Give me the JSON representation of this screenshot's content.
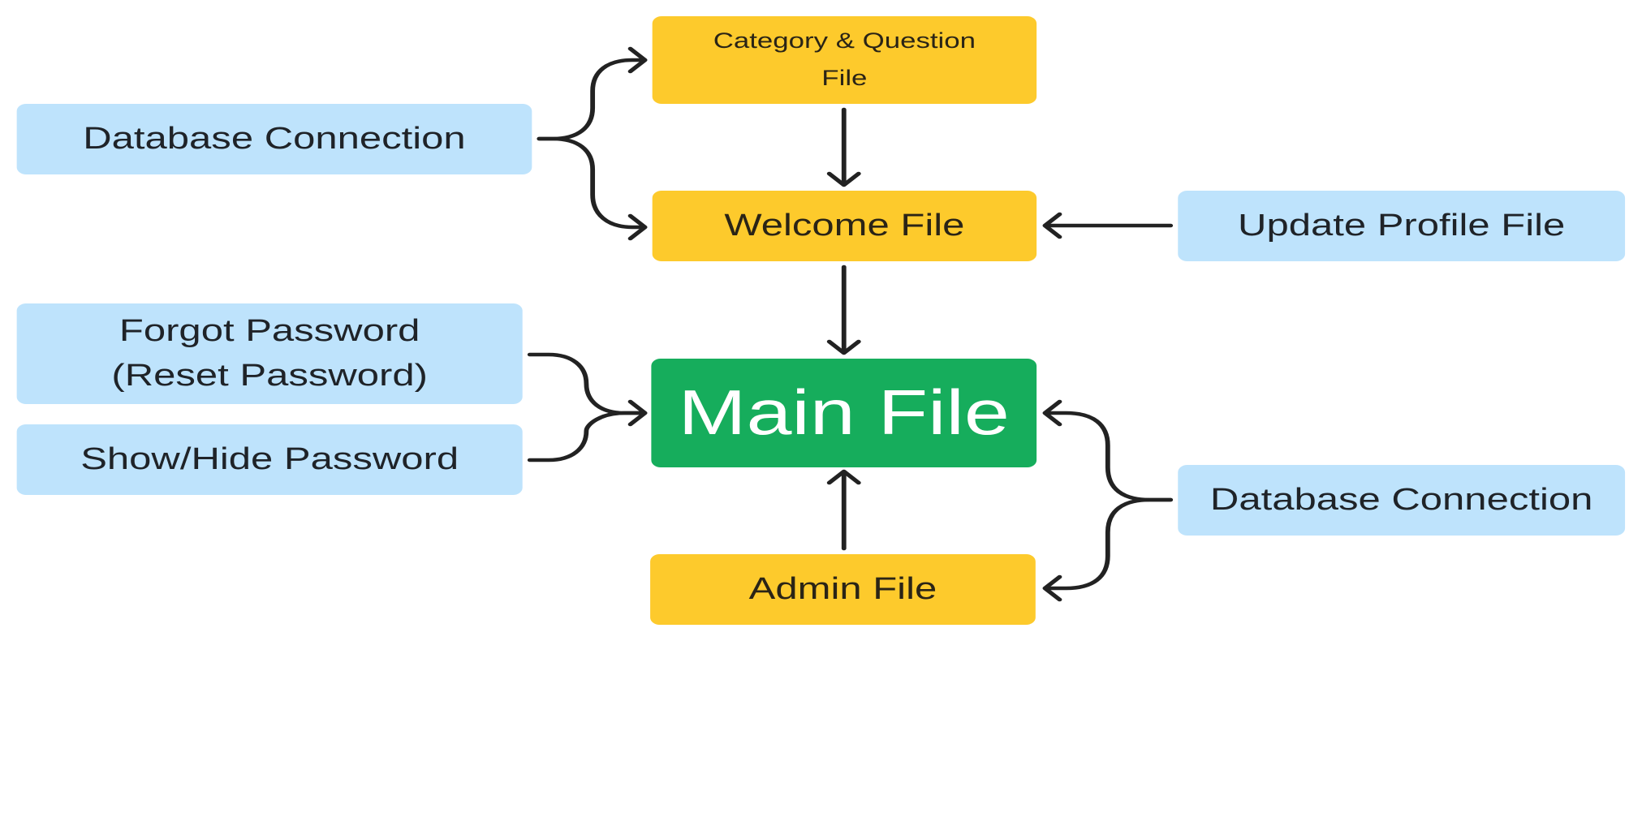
{
  "nodes": {
    "category_question": "Category & Question\nFile",
    "database_connection_left": "Database Connection",
    "welcome": "Welcome File",
    "update_profile": "Update Profile File",
    "forgot_password": "Forgot Password\n(Reset Password)",
    "show_hide_password": "Show/Hide Password",
    "main": "Main File",
    "database_connection_right": "Database Connection",
    "admin": "Admin File"
  },
  "colors": {
    "support_module": "#bee3fc",
    "file_module": "#fdca2c",
    "main_module": "#16ad5c",
    "connector": "#222222"
  }
}
